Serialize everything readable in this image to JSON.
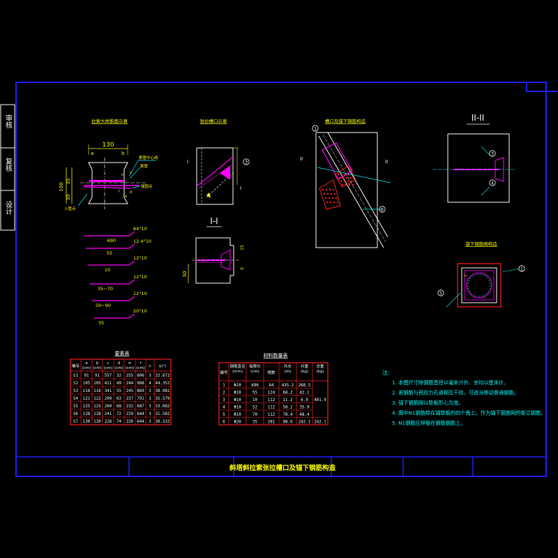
{
  "colors": {
    "background": "#000000",
    "frame": "#1f1fff",
    "drawing": "#ffffff",
    "rebar": "#ff00ff",
    "dimension": "#ffff00",
    "leader": "#00ffff",
    "table_border": "#ff2020",
    "notes": "#00ffff",
    "hatch": "#ff2020"
  },
  "side_stamps": [
    "审核",
    "复核",
    "设计"
  ],
  "title_block": {
    "drawing_title": "斜塔斜拉索张拉槽口及锚下钢筋构造"
  },
  "views": {
    "plan_title": "拉索大样断面示意",
    "slot_elev_title": "张拉槽口示意",
    "slot_rebar_title": "槽口及锚下钢筋构造",
    "section_1": "I-I",
    "section_2": "II-II",
    "anchor_rebar_title": "锚下钢筋网构造",
    "sec_marks": [
      "I",
      "I",
      "II",
      "II"
    ]
  },
  "plan_labels": {
    "dim_top": "130",
    "dim_a": "a",
    "dim_b": "b",
    "label_center": "索管中心线",
    "label_pipe": "索管",
    "label_anchor": "锚固点",
    "label_entry": "入管点",
    "dim_left": [
      "100",
      "35",
      "30"
    ],
    "dim_small": [
      "c",
      "d",
      "e",
      "f",
      "n"
    ]
  },
  "rebar_bends": [
    {
      "top": "64°10",
      "bottom": "690"
    },
    {
      "top": "12.4°10",
      "bottom": "55"
    },
    {
      "top": "12°10",
      "bottom": "10"
    },
    {
      "top": "12°10",
      "bottom": "35~70"
    },
    {
      "top": "12°10",
      "bottom": "50~90"
    },
    {
      "top": "20°10",
      "bottom": "35"
    }
  ],
  "section1_labels": {
    "dims": [
      "15",
      "30",
      "0"
    ]
  },
  "param_table": {
    "title": "要素表",
    "headers": [
      "编号",
      "a (cm)",
      "b (cm)",
      "c (cm)",
      "d (cm)",
      "e (cm)",
      "f (cm)",
      "n",
      "α(°)"
    ],
    "rows": [
      [
        "S1",
        "91",
        "91",
        "557",
        "32",
        "255",
        "606",
        "3",
        "32.672"
      ],
      [
        "S2",
        "105",
        "105",
        "411",
        "49",
        "244",
        "988",
        "4",
        "44.352"
      ],
      [
        "S3",
        "116",
        "116",
        "341",
        "55",
        "245",
        "869",
        "3",
        "38.981"
      ],
      [
        "S4",
        "122",
        "122",
        "299",
        "63",
        "237",
        "791",
        "3",
        "35.579"
      ],
      [
        "S5",
        "125",
        "125",
        "260",
        "68",
        "232",
        "687",
        "3",
        "33.082"
      ],
      [
        "S6",
        "128",
        "128",
        "241",
        "72",
        "229",
        "644",
        "3",
        "31.582"
      ],
      [
        "S7",
        "130",
        "130",
        "228",
        "74",
        "226",
        "644",
        "3",
        "30.332"
      ]
    ]
  },
  "material_table": {
    "title": "材料数量表",
    "headers": [
      "编号",
      "钢筋直径 (mm)",
      "每根长 (cm)",
      "根数",
      "共长 (m)",
      "共重 (kg)",
      "总重 (kg)"
    ],
    "rows": [
      [
        "1",
        "Φ10",
        "690",
        "64",
        "435.2",
        "268.5",
        ""
      ],
      [
        "2",
        "Φ10",
        "55",
        "124",
        "68.2",
        "42.1",
        ""
      ],
      [
        "3",
        "Φ10",
        "10",
        "112",
        "11.2",
        "6.9",
        "401.9"
      ],
      [
        "4",
        "Φ10",
        "52",
        "112",
        "58.2",
        "35.9",
        ""
      ],
      [
        "5",
        "Φ10",
        "70",
        "112",
        "78.4",
        "48.4",
        ""
      ],
      [
        "6",
        "Φ20",
        "35",
        "281",
        "98.0",
        "242.1",
        "242.1"
      ]
    ]
  },
  "notes": {
    "heading": "注:",
    "items": [
      "1. 本图尺寸除钢筋直径以毫米计外，余均以厘米计。",
      "2. 若钢筋与预应力孔道相互干扰，可适当移动普通钢筋。",
      "3. 锚下钢筋网以垫板形心为准。",
      "4. 图中N1钢筋焊在锚垫板的四个角上，作为锚下钢筋网的架立钢筋。",
      "5. N1钢筋应焊接在钢筋钢筋上。"
    ]
  },
  "callouts": [
    "1",
    "2",
    "3",
    "4",
    "5",
    "6"
  ]
}
